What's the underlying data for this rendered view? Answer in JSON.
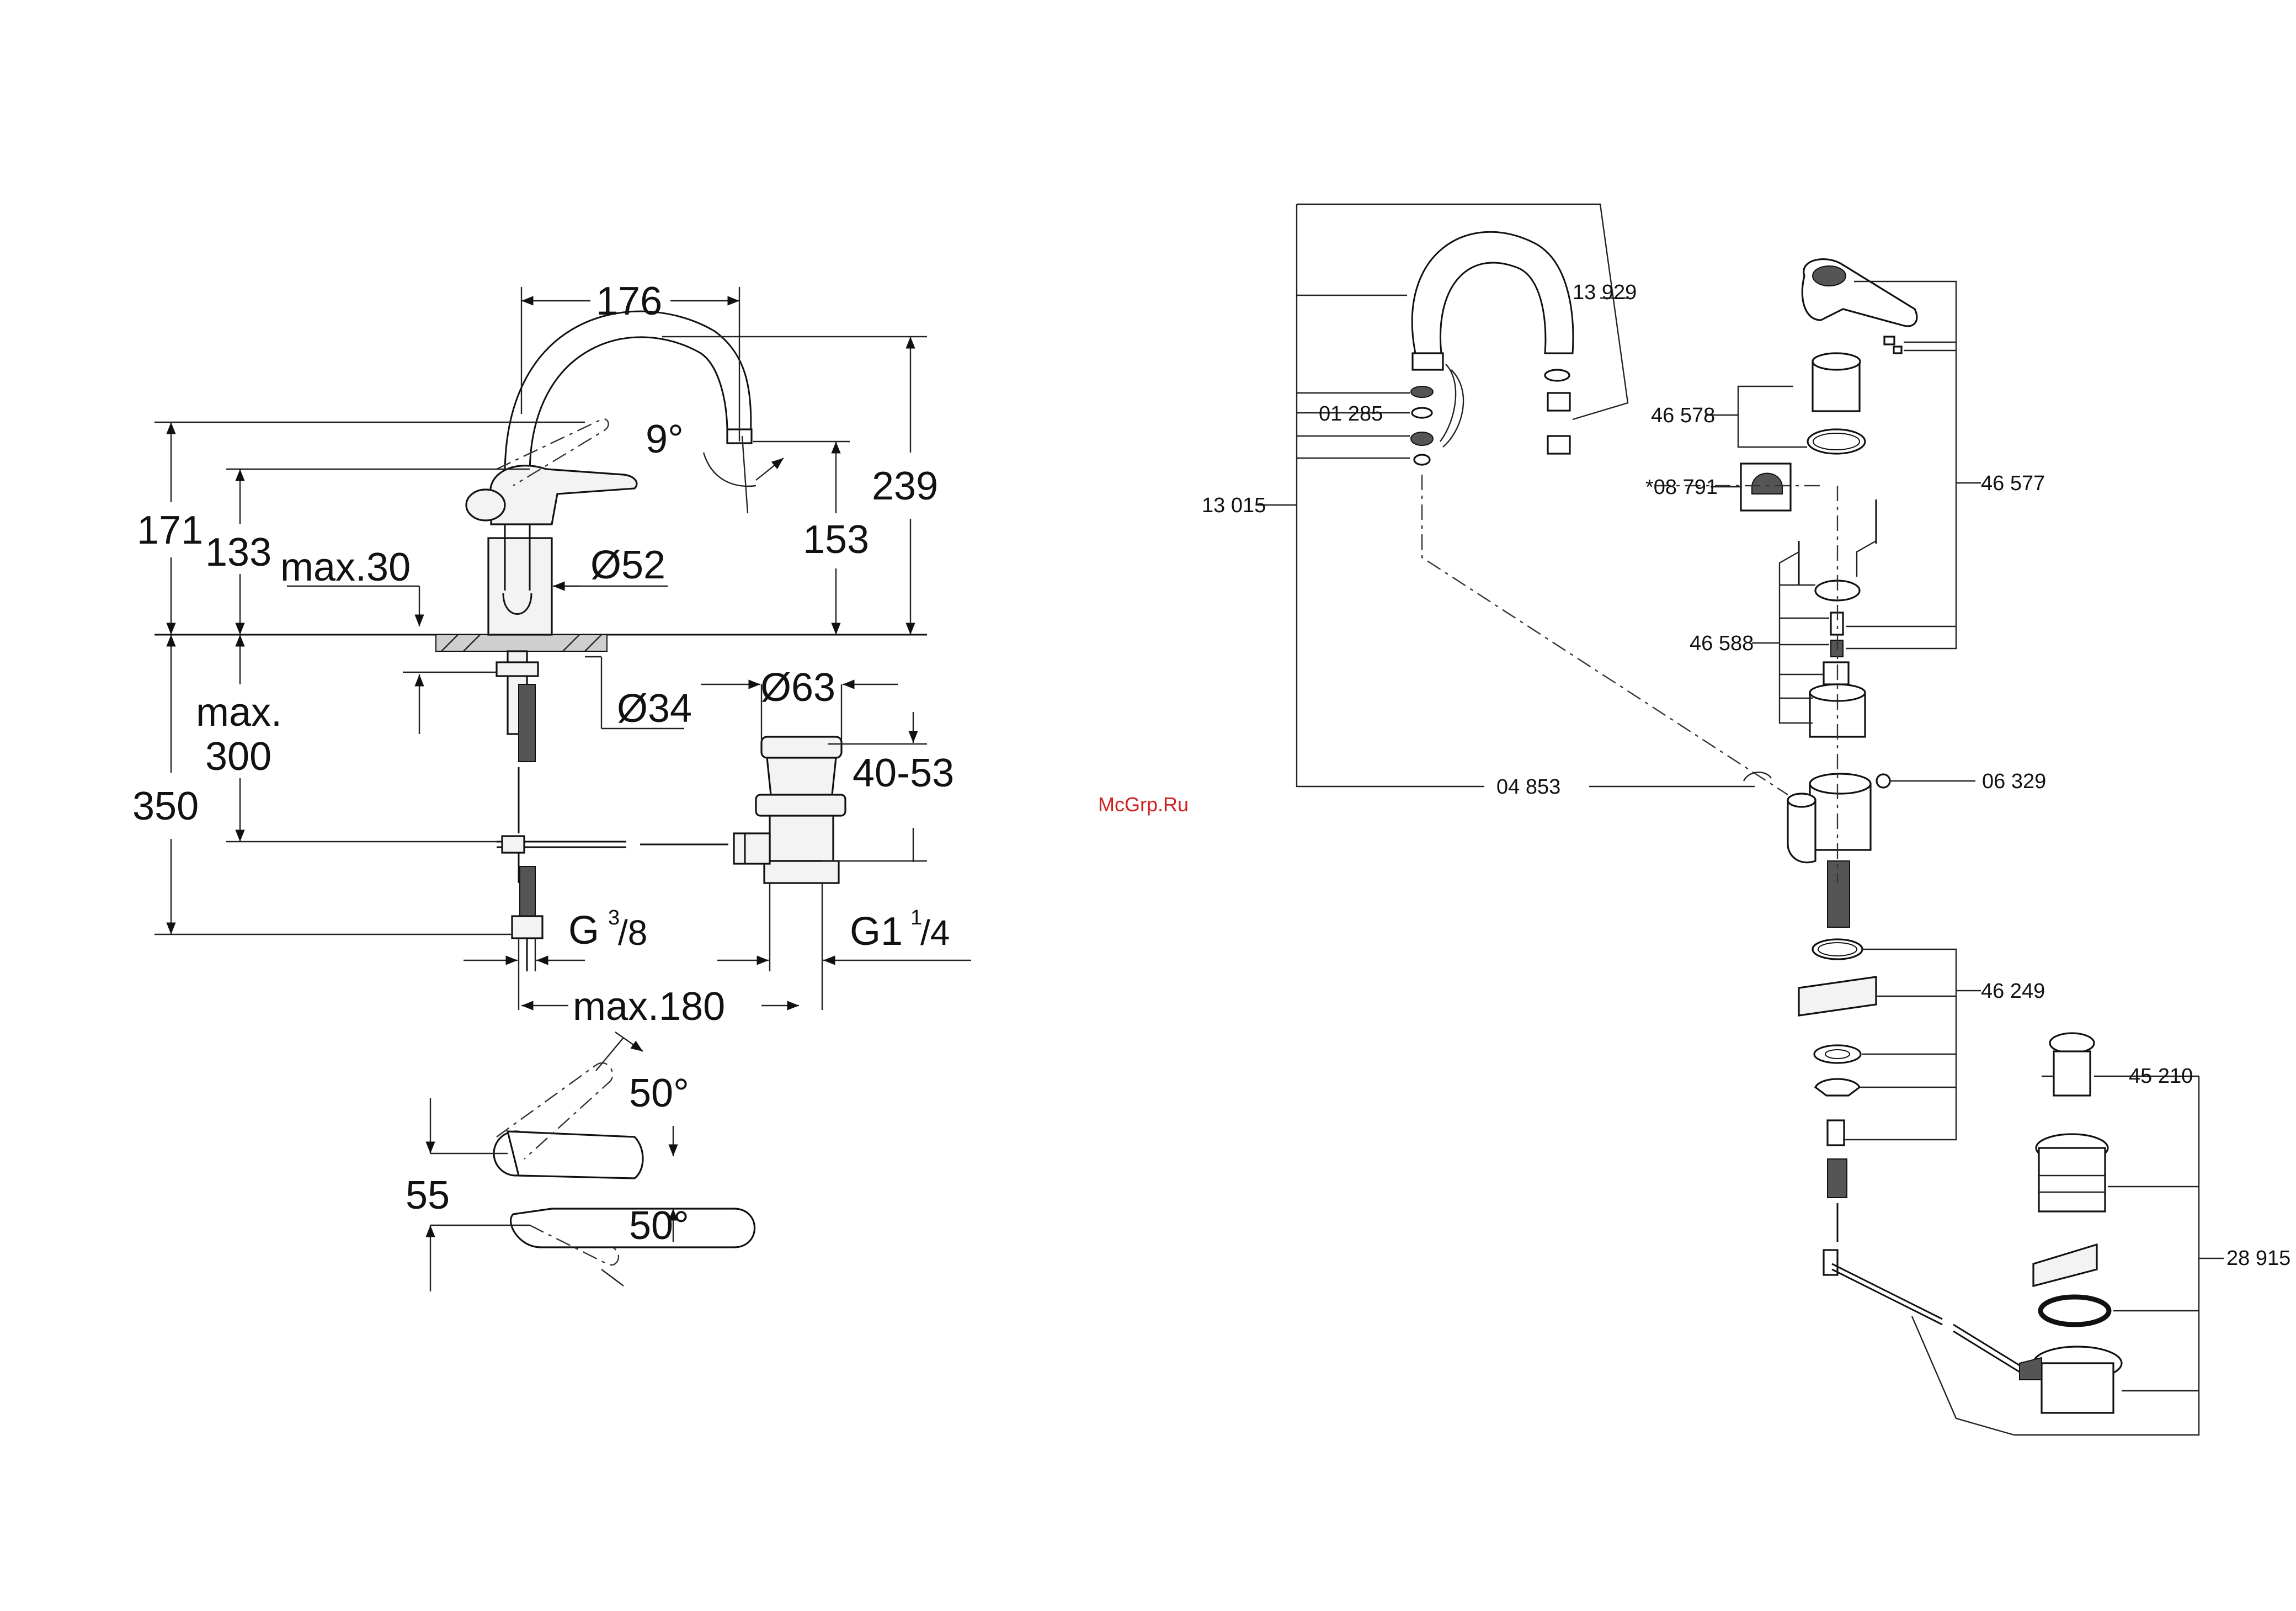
{
  "watermark": "McGrp.Ru",
  "dimensions": {
    "d176": "176",
    "d239": "239",
    "d171": "171",
    "d133": "133",
    "max30": "max.30",
    "dia52": "Ø52",
    "d153": "153",
    "angle9": "9°",
    "dia34": "Ø34",
    "dia63": "Ø63",
    "d40_53": "40-53",
    "max_word": "max.",
    "d300": "300",
    "d350": "350",
    "g38_main": "G",
    "g38_num": "3",
    "g38_den": "/8",
    "g114_main": "G1",
    "g114_num": "1",
    "g114_den": "/4",
    "max180": "max.180",
    "angle50a": "50°",
    "angle50b": "50°",
    "d55": "55"
  },
  "part_numbers": {
    "p13929": "13 929",
    "p01285": "01 285",
    "p13015": "13 015",
    "p04853": "04 853",
    "p46578": "46 578",
    "p08791": "*08 791",
    "p46577": "46 577",
    "p46588": "46 588",
    "p06329": "06 329",
    "p46249": "46 249",
    "p45210": "45 210",
    "p28915": "28 915"
  }
}
